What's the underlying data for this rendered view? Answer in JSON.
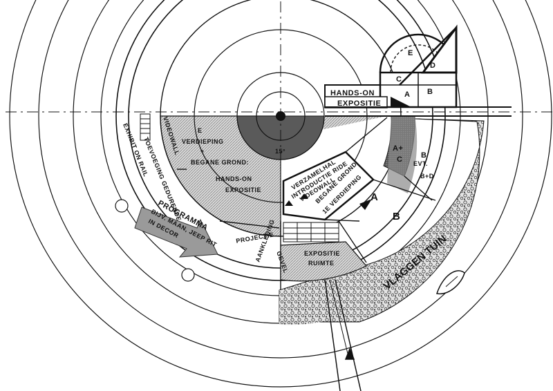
{
  "labels": {
    "hands_on_exhibit_1": "HANDS-ON",
    "hands_on_exhibit_2": "EXPOSITIE",
    "e_verdieping_1": "E",
    "e_verdieping_2": "VERDIEPING",
    "plus_sign": "+",
    "begane_grond": "BEGANE GROND:",
    "hands_on_2a": "HANDS-ON",
    "hands_on_2b": "EXPOSITIE",
    "degree_mark": "15°",
    "videowall_left": "VIDEOWALL",
    "toevoeging": "TOEVOEGING GEDURENDE",
    "exhibit_on_rail": "EXHIBIT ON RAIL",
    "verzamelhal": "VERZAMELHAL",
    "introductie_ride": "INTRODUCTIE RIDE",
    "videowall_center": "VIDEOWALL",
    "begane_grond_2": "BEGANE GROND",
    "eerste_verdieping": "1E VERDIEPING",
    "programma": "PROGRAMMA",
    "bijv_maan": "BIJV. MAAN, JEEP RIT",
    "in_decor": "IN DECOR",
    "projectie": "PROJECTIE",
    "expositie_ruimte_1": "EXPOSITIE",
    "expositie_ruimte_2": "RUIMTE",
    "aankleding": "AANKLEDING",
    "gevel": "GEVEL",
    "vlaggen_tuin": "VLAGGEN TUIN",
    "zone_a": "A",
    "zone_b": "B",
    "zone_a_small": "A",
    "zone_b_small": "B",
    "zone_c": "C",
    "zone_d": "D",
    "zone_e": "E",
    "zone_ac": "A+",
    "zone_c2": "C",
    "zone_b_evt": "B",
    "evt": "EVT.",
    "b_plus_d": "B+D"
  },
  "colors": {
    "ink": "#111111",
    "hatch_fill": "#c9c9c9",
    "dark_fill": "#6e6e6e",
    "paper": "#ffffff"
  }
}
